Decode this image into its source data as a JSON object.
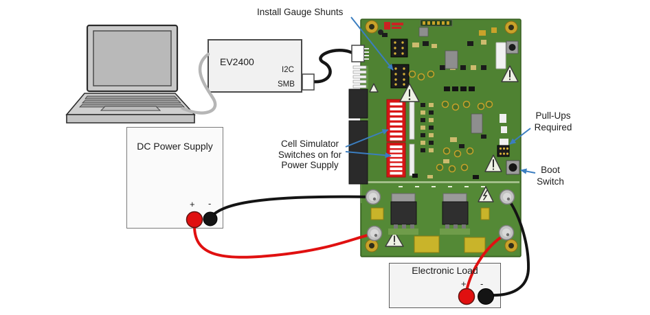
{
  "annotations": {
    "install_gauge_shunts": "Install Gauge Shunts",
    "cell_simulator_line1": "Cell Simulator",
    "cell_simulator_line2": "Switches on for",
    "cell_simulator_line3": "Power Supply",
    "pull_ups_line1": "Pull-Ups",
    "pull_ups_line2": "Required",
    "boot_line1": "Boot",
    "boot_line2": "Switch"
  },
  "devices": {
    "ev2400": {
      "label": "EV2400",
      "i2c_port": "I2C",
      "smb_port": "SMB"
    },
    "dc_power_supply": {
      "label": "DC Power Supply",
      "positive": "+",
      "negative": "-"
    },
    "electronic_load": {
      "label": "Electronic Load",
      "positive": "+",
      "negative": "-"
    }
  },
  "colors": {
    "annotation_arrow": "#3b7ec0",
    "pcb_green": "#4f8232",
    "dip_switch_red": "#d81616",
    "positive_terminal": "#e01010",
    "negative_terminal": "#141414",
    "wire_red": "#e01010",
    "wire_black": "#141414",
    "cable_gray": "#b6b6b6"
  }
}
